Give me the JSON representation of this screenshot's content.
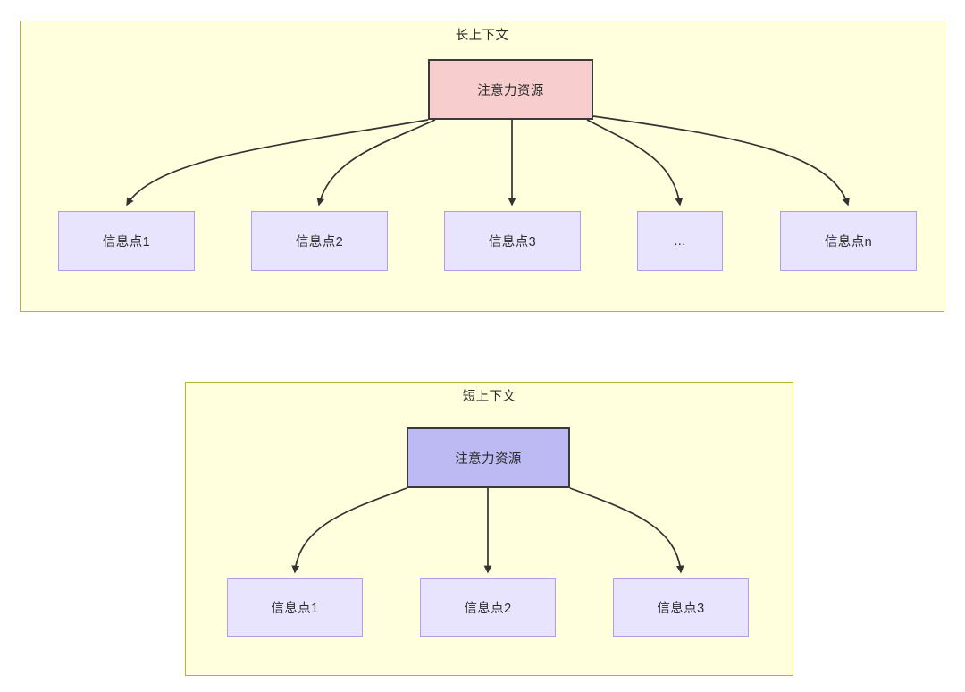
{
  "diagram": {
    "type": "diagram",
    "background_color": "#ffffff",
    "panel_fill": "#ffffdd",
    "panel_border": "#b3b334",
    "leaf_fill": "#e9e4fd",
    "leaf_border": "#b49ce8",
    "edge_color": "#333333",
    "panels": [
      {
        "id": "long-context",
        "title": "长上下文",
        "root": {
          "label": "注意力资源",
          "fill": "#f8cdcd",
          "border": "#3a3a3a"
        },
        "leaves": [
          {
            "label": "信息点1"
          },
          {
            "label": "信息点2"
          },
          {
            "label": "信息点3"
          },
          {
            "label": "..."
          },
          {
            "label": "信息点n"
          }
        ]
      },
      {
        "id": "short-context",
        "title": "短上下文",
        "root": {
          "label": "注意力资源",
          "fill": "#bdb9f3",
          "border": "#3a3a3a"
        },
        "leaves": [
          {
            "label": "信息点1"
          },
          {
            "label": "信息点2"
          },
          {
            "label": "信息点3"
          }
        ]
      }
    ]
  }
}
